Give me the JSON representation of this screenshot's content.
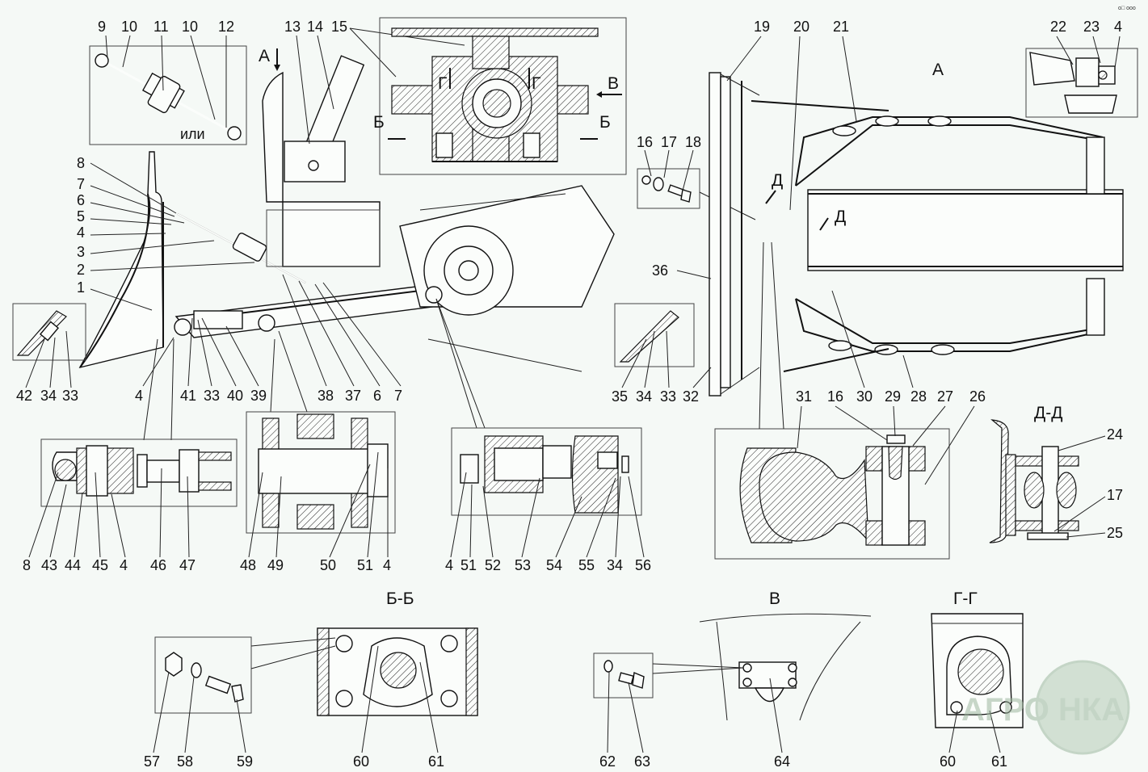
{
  "diagram": {
    "type": "exploded parts assembly drawing",
    "subject": "bulldozer blade mounting equipment",
    "corner_mark": "o□ ooo",
    "sections": [
      {
        "id": "view-A",
        "title": "А"
      },
      {
        "id": "section-B-B",
        "title": "Б-Б"
      },
      {
        "id": "view-V",
        "title": "В"
      },
      {
        "id": "section-G-G",
        "title": "Г-Г"
      },
      {
        "id": "section-D-D",
        "title": "Д-Д"
      }
    ],
    "section_markers": {
      "A_arrow": "А",
      "B_left": "Б",
      "B_right": "Б",
      "G_left": "Г",
      "G_right": "Г",
      "V_arrow": "В",
      "D_upper": "Д",
      "D_lower": "Д"
    },
    "annotation_or": "или",
    "callouts_top_left": [
      "9",
      "10",
      "11",
      "10",
      "12"
    ],
    "callouts_top_center": [
      "13",
      "14",
      "15"
    ],
    "callouts_left_column": [
      "8",
      "7",
      "6",
      "5",
      "4",
      "3",
      "2",
      "1"
    ],
    "callouts_main_bottom": [
      "42",
      "34",
      "33",
      "4",
      "41",
      "33",
      "40",
      "39",
      "38",
      "37",
      "6",
      "7"
    ],
    "callouts_bolt_set_1": [
      "16",
      "17",
      "18"
    ],
    "callouts_blade_right": [
      "36",
      "35",
      "34",
      "33",
      "32"
    ],
    "callouts_view_A_top": [
      "19",
      "20",
      "21",
      "22",
      "23",
      "4"
    ],
    "callouts_view_A_bottom": [
      "31",
      "16",
      "30",
      "29",
      "28",
      "27",
      "26"
    ],
    "callouts_section_D": [
      "24",
      "17",
      "25"
    ],
    "callouts_detail_cylinder": [
      "8",
      "43",
      "44",
      "45",
      "4",
      "46",
      "47"
    ],
    "callouts_detail_pin": [
      "48",
      "49",
      "50",
      "51",
      "4"
    ],
    "callouts_detail_ball": [
      "4",
      "51",
      "52",
      "53",
      "54",
      "55",
      "34",
      "56"
    ],
    "callouts_section_B": [
      "57",
      "58",
      "59",
      "60",
      "61"
    ],
    "callouts_view_V": [
      "62",
      "63",
      "64"
    ],
    "callouts_section_G": [
      "60",
      "61"
    ],
    "watermark": "АГРО НКА"
  }
}
